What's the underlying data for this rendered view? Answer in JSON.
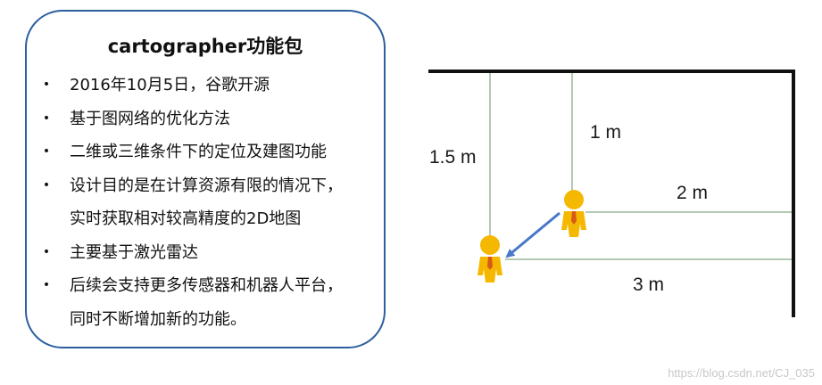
{
  "card": {
    "title": "cartographer功能包",
    "bullet_symbol": "•",
    "bullets": [
      {
        "lines": [
          "2016年10月5日，谷歌开源"
        ]
      },
      {
        "lines": [
          "基于图网络的优化方法"
        ]
      },
      {
        "lines": [
          "二维或三维条件下的定位及建图功能"
        ]
      },
      {
        "lines": [
          "设计目的是在计算资源有限的情况下，",
          "实时获取相对较高精度的2D地图"
        ]
      },
      {
        "lines": [
          "主要基于激光雷达"
        ]
      },
      {
        "lines": [
          "后续会支持更多传感器和机器人平台，",
          "同时不断增加新的功能。"
        ]
      }
    ]
  },
  "diagram": {
    "labels": {
      "d_1_5": "1.5 m",
      "d_1": "1 m",
      "d_2": "2 m",
      "d_3": "3 m"
    },
    "colors": {
      "wall": "#111111",
      "measure_line": "#9bb59b",
      "arrow": "#4a78c8",
      "person_body": "#f5b800",
      "person_shade": "#e8a400",
      "person_tie": "#d75a1a"
    }
  },
  "watermark": "https://blog.csdn.net/CJ_035"
}
